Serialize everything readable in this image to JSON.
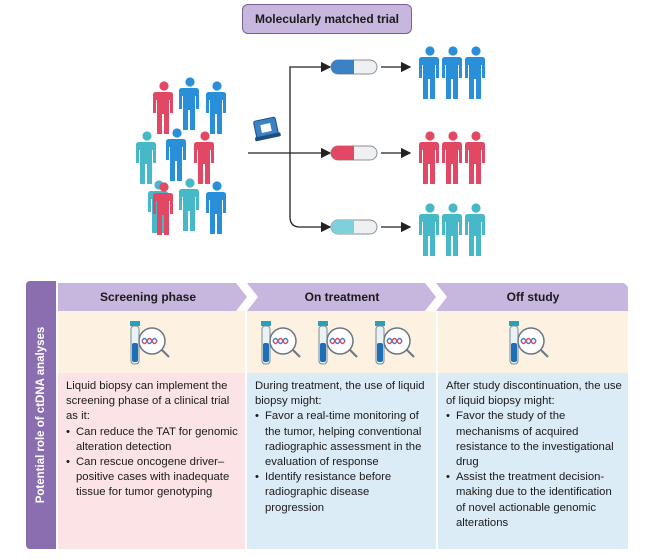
{
  "title": "Molecularly matched trial",
  "side_label": "Potential role of ctDNA analyses",
  "colors": {
    "people_red": "#e24763",
    "people_blue": "#2a8fd9",
    "people_teal": "#47b8c7",
    "header_purple": "#c7b6dd",
    "side_purple": "#8b6eb0",
    "screening_bg": "#fbe3e6",
    "treatment_bg": "#dcecf7",
    "offstudy_bg": "#dcecf7",
    "icon_band": "#fdf1e1"
  },
  "phases": [
    {
      "title": "Screening phase",
      "intro": "Liquid biopsy can implement the screening phase of a clinical trial as it:",
      "bullets": [
        "Can reduce the TAT for genomic alteration detection",
        "Can rescue oncogene driver–positive cases with inadequate tissue for tumor genotyping"
      ]
    },
    {
      "title": "On treatment",
      "intro": "During treatment, the use of liquid biopsy might:",
      "bullets": [
        "Favor a real-time monitoring of the tumor, helping conventional radiographic assessment in the evaluation of response",
        "Identify resistance before radiographic disease progression"
      ]
    },
    {
      "title": "Off study",
      "intro": "After study discontinuation, the use of liquid biopsy might:",
      "bullets": [
        "Favor the study of the mechanisms of acquired resistance to the investigational drug",
        "Assist the treatment decision-making due to the identification of novel actionable genomic alterations"
      ]
    }
  ]
}
